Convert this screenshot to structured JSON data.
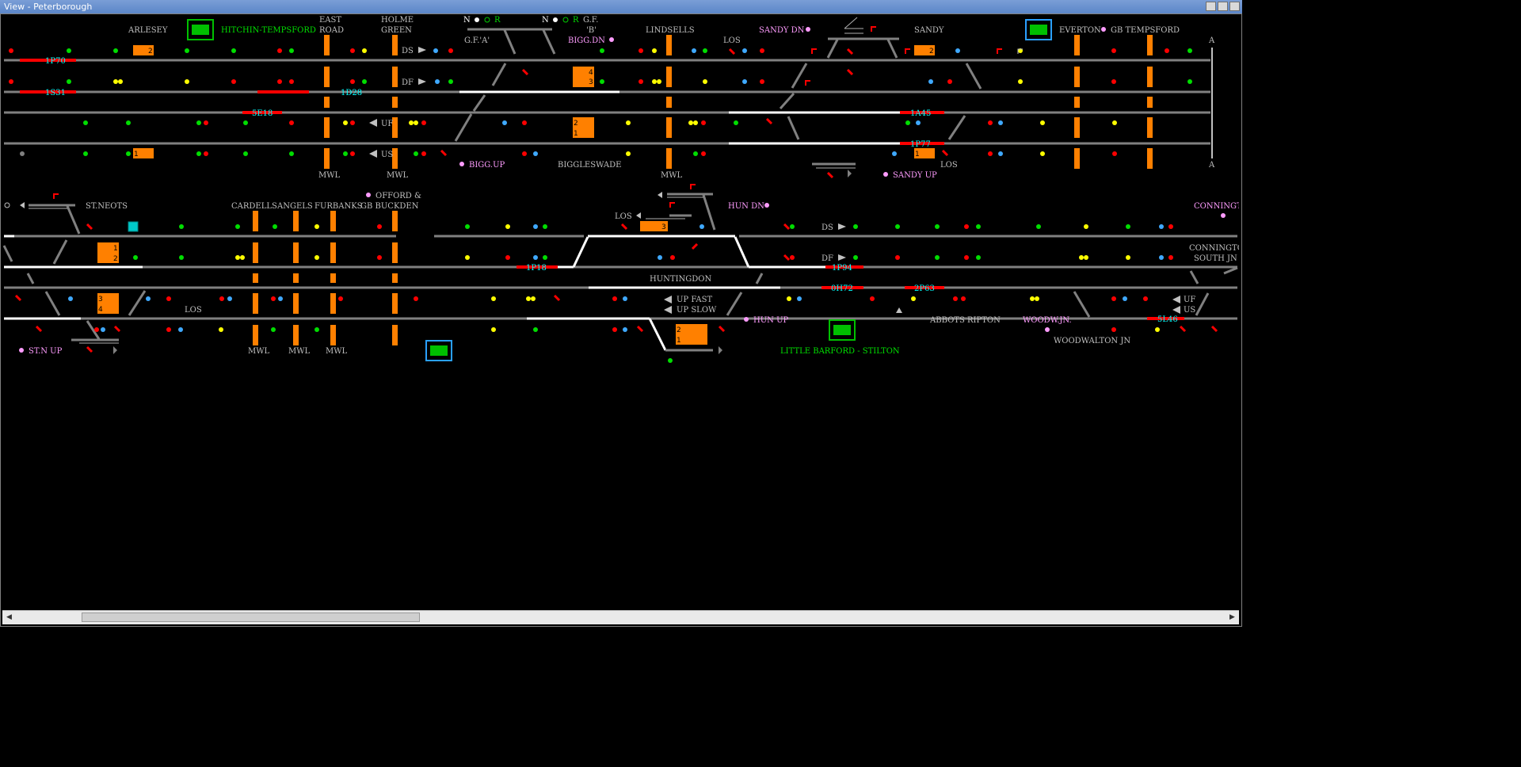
{
  "window": {
    "title": "View - Peterborough"
  },
  "colors": {
    "track": "#808080",
    "route": "#ffffff",
    "occupied": "#ff0000",
    "berth": "#00ffff",
    "label": "#c0c0c0",
    "green_text": "#00e000",
    "pink": "#ff9cff",
    "block": "#ff8000",
    "signal_red": "#ff0000",
    "signal_green": "#00dd00",
    "signal_yellow": "#ffff00",
    "auto": "#3fa9ff"
  },
  "upper": {
    "locations": {
      "arlesey": "ARLESEY",
      "hitchin_tempsford": "HITCHIN-TEMPSFORD",
      "east": "EAST",
      "road": "ROAD",
      "holme": "HOLME",
      "green": "GREEN",
      "gf_a": "G.F.'A'",
      "gf": "G.F.",
      "b": "'B'",
      "bigg_dn": "BIGG.DN",
      "lindsells": "LINDSELLS",
      "los": "LOS",
      "sandy_dn": "SANDY DN",
      "sandy": "SANDY",
      "everton": "EVERTON",
      "gb_tempsford": "GB TEMPSFORD",
      "bigg_up": "BIGG.UP",
      "biggleswade": "BIGGLESWADE",
      "sandy_up": "SANDY UP",
      "los_low": "LOS",
      "mwl1": "MWL",
      "mwl2": "MWL",
      "mwl3": "MWL",
      "a_top": "A",
      "a_bottom": "A"
    },
    "lever_labels": {
      "n1": "N",
      "r1": "R",
      "n2": "N",
      "r2": "R"
    },
    "line_labels": {
      "ds": "DS",
      "df": "DF",
      "uf": "UF",
      "us": "US"
    },
    "berths": {
      "b1p70": "1P70",
      "b1s31": "1S31",
      "b5e18": "5E18",
      "b1d28": "1D28",
      "b1a45": "1A45",
      "b1p77": "1P77"
    },
    "blocks": {
      "arlesey_2": "2",
      "gf_4": "4",
      "gf_3": "3",
      "bw_2": "2",
      "bw_1": "1",
      "sandy_2": "2",
      "low_1": "1",
      "sandy_1": "1"
    }
  },
  "lower": {
    "locations": {
      "st_neots": "ST.NEOTS",
      "cardells": "CARDELLS",
      "angels": "ANGELS",
      "furbanks": "FURBANKS",
      "offord": "OFFORD &",
      "gb_buckden": "GB BUCKDEN",
      "los_a": "LOS",
      "hun_dn": "HUN DN",
      "connington": "CONNINGTON",
      "connington_south": "CONNINGTON",
      "south_jn": "SOUTH JN",
      "huntingdon": "HUNTINGDON",
      "los_b": "LOS",
      "up_fast": "UP FAST",
      "up_slow": "UP SLOW",
      "hun_up": "HUN UP",
      "abbots_ripton": "ABBOTS RIPTON",
      "woodw_jn": "WOODW.JN.",
      "woodwalton_jn": "WOODWALTON JN",
      "st_n_up": "ST.N UP",
      "little_barford_stilton": "LITTLE BARFORD - STILTON",
      "mwl1": "MWL",
      "mwl2": "MWL",
      "mwl3": "MWL"
    },
    "line_labels": {
      "ds": "DS",
      "df": "DF",
      "uf": "UF",
      "us": "US"
    },
    "berths": {
      "b1p18": "1P18",
      "b1p94": "1P94",
      "b0h72": "0H72",
      "b2p63": "2P63",
      "b5l46": "5L46"
    },
    "blocks": {
      "stn_1": "1",
      "stn_2": "2",
      "stn_3": "3",
      "stn_4": "4",
      "los_3": "3",
      "hun_2": "2",
      "hun_1": "1"
    }
  }
}
